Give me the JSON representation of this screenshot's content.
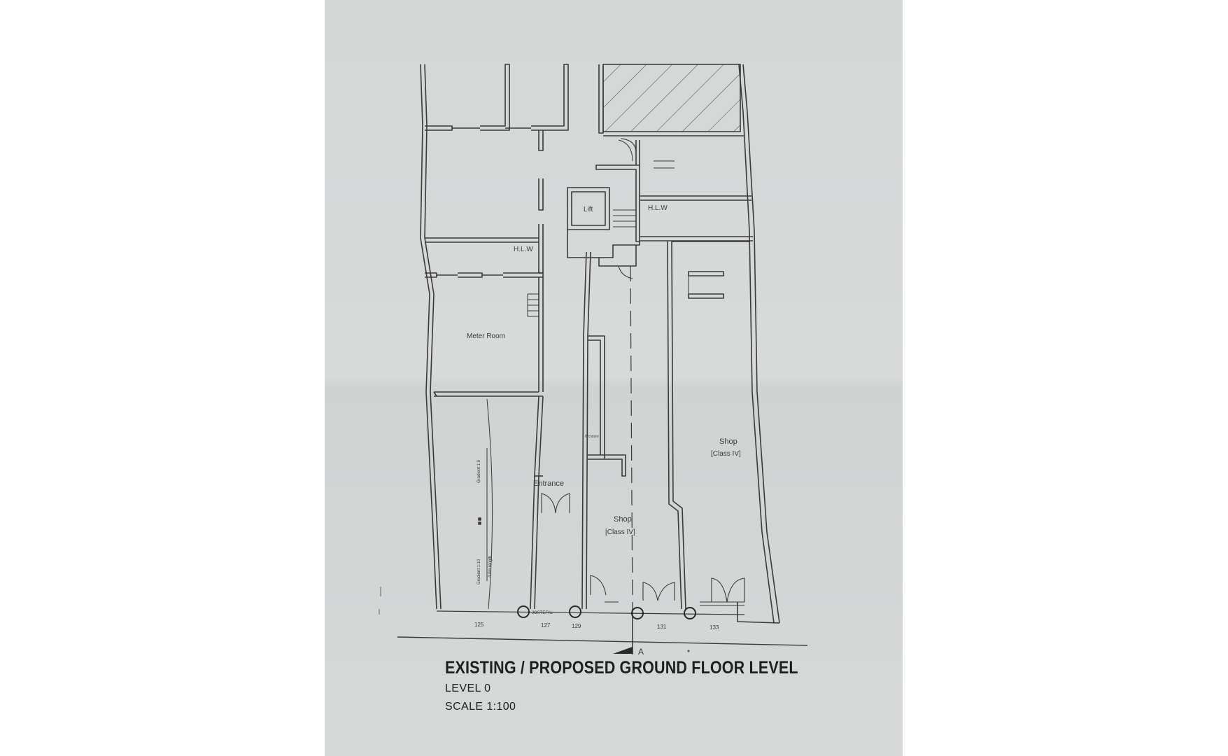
{
  "labels": {
    "hlw_right": "H.L.W",
    "hlw_left": "H.L.W",
    "lift": "Lift",
    "meter_room": "Meter Room",
    "entrance": "Entrance",
    "shop_a_line1": "Shop",
    "shop_a_line2": "[Class IV]",
    "shop_b_line1": "Shop",
    "shop_b_line2": "[Class IV]",
    "gradient_upper": "Gradient 1:9",
    "gradient_lower": "Gradient 1:10",
    "ramp_length": "4.0m length",
    "small_room": "Wc/store",
    "bollard": "JOSTEFAL",
    "section_marker": "A"
  },
  "street_numbers": [
    "125",
    "127",
    "129",
    "131",
    "133"
  ],
  "title_block": {
    "title": "EXISTING / PROPOSED GROUND FLOOR LEVEL",
    "level": "LEVEL  0",
    "scale": "SCALE  1:100"
  }
}
